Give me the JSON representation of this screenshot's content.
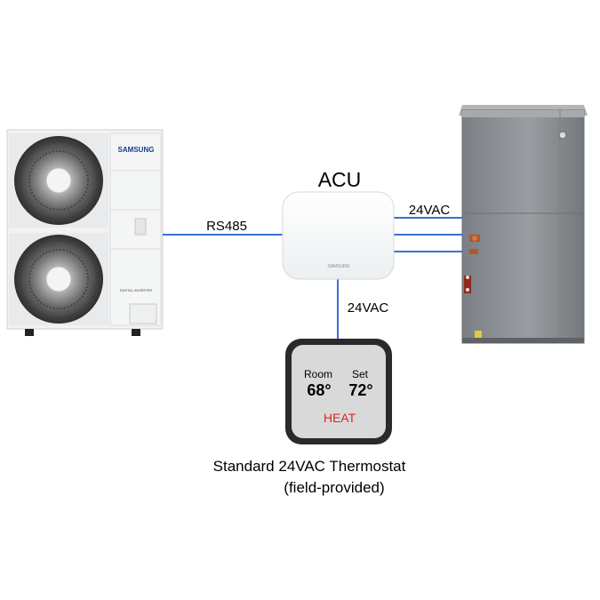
{
  "outdoor_unit": {
    "brand": "SAMSUNG",
    "model_text": "DIGITAL INVERTER"
  },
  "acu": {
    "title": "ACU",
    "brand": "SAMSUNG"
  },
  "connections": {
    "outdoor_to_acu": "RS485",
    "acu_to_air_handler": "24VAC",
    "acu_to_thermostat": "24VAC"
  },
  "thermostat": {
    "room_label": "Room",
    "room_value": "68°",
    "set_label": "Set",
    "set_value": "72°",
    "mode": "HEAT",
    "caption_line1": "Standard 24VAC Thermostat",
    "caption_line2": "(field-provided)"
  },
  "colors": {
    "wire": "#3a6fd6",
    "mode_text": "#e0241c",
    "thermostat_border": "#2a2a2a",
    "thermostat_face": "#d9d9d9",
    "air_handler": "#8c8f93"
  }
}
